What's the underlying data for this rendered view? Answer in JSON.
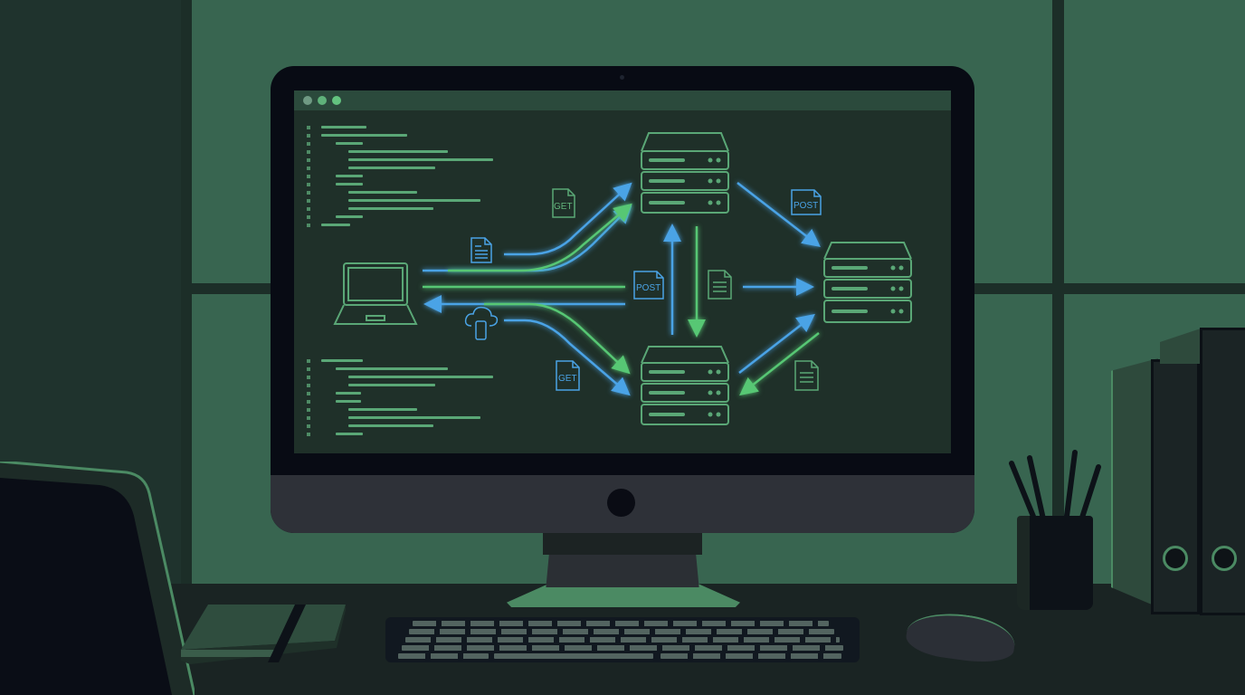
{
  "scene": {
    "description": "Illustration of a desktop monitor displaying a network/API request diagram",
    "colors": {
      "wall_dark": "#1f332d",
      "window_pane": "#386550",
      "window_frame": "#1c2e28",
      "desk": "#1a2423",
      "monitor_bezel": "#080b14",
      "monitor_chin": "#2e3138",
      "screen_bg": "#1f3029",
      "accent_blue": "#4aa3e6",
      "accent_green": "#57c774",
      "icon_green": "#5aa776"
    }
  },
  "window": {
    "traffic_lights": [
      "#6f9a83",
      "#5fb27a",
      "#63c37f"
    ]
  },
  "code_panels": [
    {
      "name": "code-top",
      "lines": 13
    },
    {
      "name": "code-bottom",
      "lines": 10
    }
  ],
  "diagram": {
    "nodes": [
      {
        "id": "client-laptop",
        "type": "laptop"
      },
      {
        "id": "server-top",
        "type": "server"
      },
      {
        "id": "server-bottom",
        "type": "server"
      },
      {
        "id": "server-right",
        "type": "server"
      },
      {
        "id": "cloud-mobile",
        "type": "cloud-phone"
      }
    ],
    "labels": {
      "get_top": "GET",
      "post_center": "POST",
      "post_right": "POST",
      "get_bottom": "GET"
    }
  }
}
